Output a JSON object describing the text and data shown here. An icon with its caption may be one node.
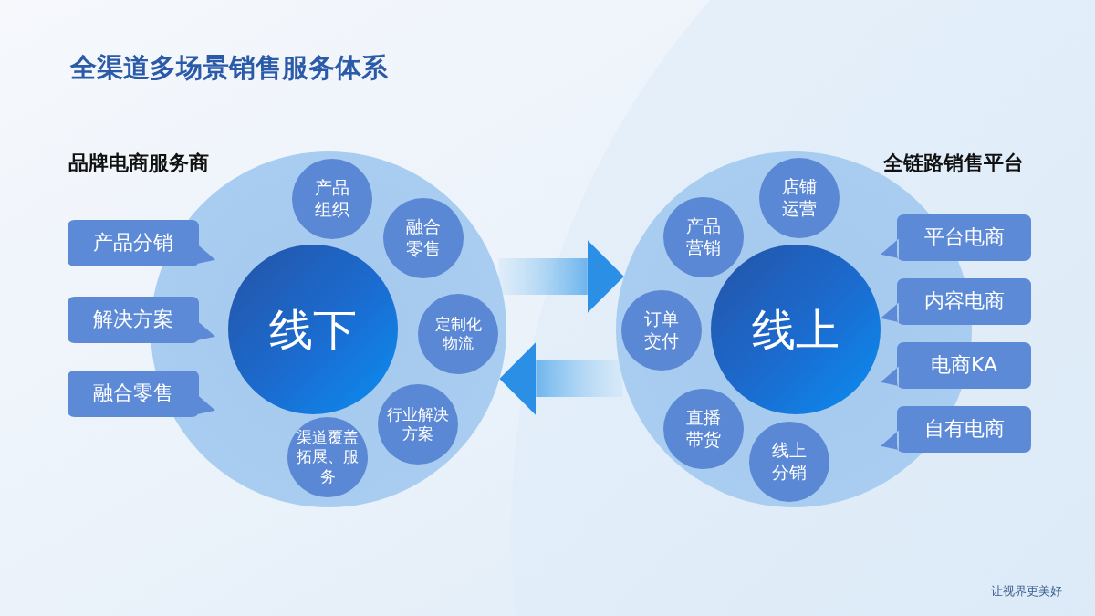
{
  "diagram": {
    "title": "全渠道多场景销售服务体系",
    "nodes": [
      {
        "text": [],
        "shape": "circle"
      },
      {
        "text": [
          "线下"
        ],
        "in": 0
      },
      {
        "text": [
          "产品组织"
        ],
        "in": 0
      },
      {
        "text": [
          "融合零售"
        ],
        "in": 0
      },
      {
        "text": [
          "定制化物流"
        ],
        "in": 0
      },
      {
        "text": [
          "行业解决方案"
        ],
        "in": 0
      },
      {
        "text": [
          "渠道覆盖拓展、服务"
        ],
        "in": 0
      },
      {
        "text": [
          "产品分销"
        ]
      },
      {
        "text": [
          "解决方案"
        ]
      },
      {
        "text": [
          "融合零售"
        ]
      },
      {
        "text": [],
        "shape": "circle"
      },
      {
        "text": [
          "线上"
        ],
        "in": 10
      },
      {
        "text": [
          "店铺运营"
        ],
        "in": 10
      },
      {
        "text": [
          "产品营销"
        ],
        "in": 10
      },
      {
        "text": [
          "订单交付"
        ],
        "in": 10
      },
      {
        "text": [
          "直播带货"
        ],
        "in": 10
      },
      {
        "text": [
          "线上分销"
        ],
        "in": 10
      },
      {
        "text": [
          "平台电商"
        ]
      },
      {
        "text": [
          "内容电商"
        ]
      },
      {
        "text": [
          "电商KA"
        ]
      },
      {
        "text": [
          "自有电商"
        ]
      }
    ],
    "edges": [
      {
        "from": 0,
        "to": 10,
        "arrow": "to"
      },
      {
        "from": 10,
        "to": 0,
        "arrow": "to"
      }
    ],
    "labels": [
      "品牌电商服务商",
      "全链路销售平台",
      "让视界更美好"
    ]
  }
}
